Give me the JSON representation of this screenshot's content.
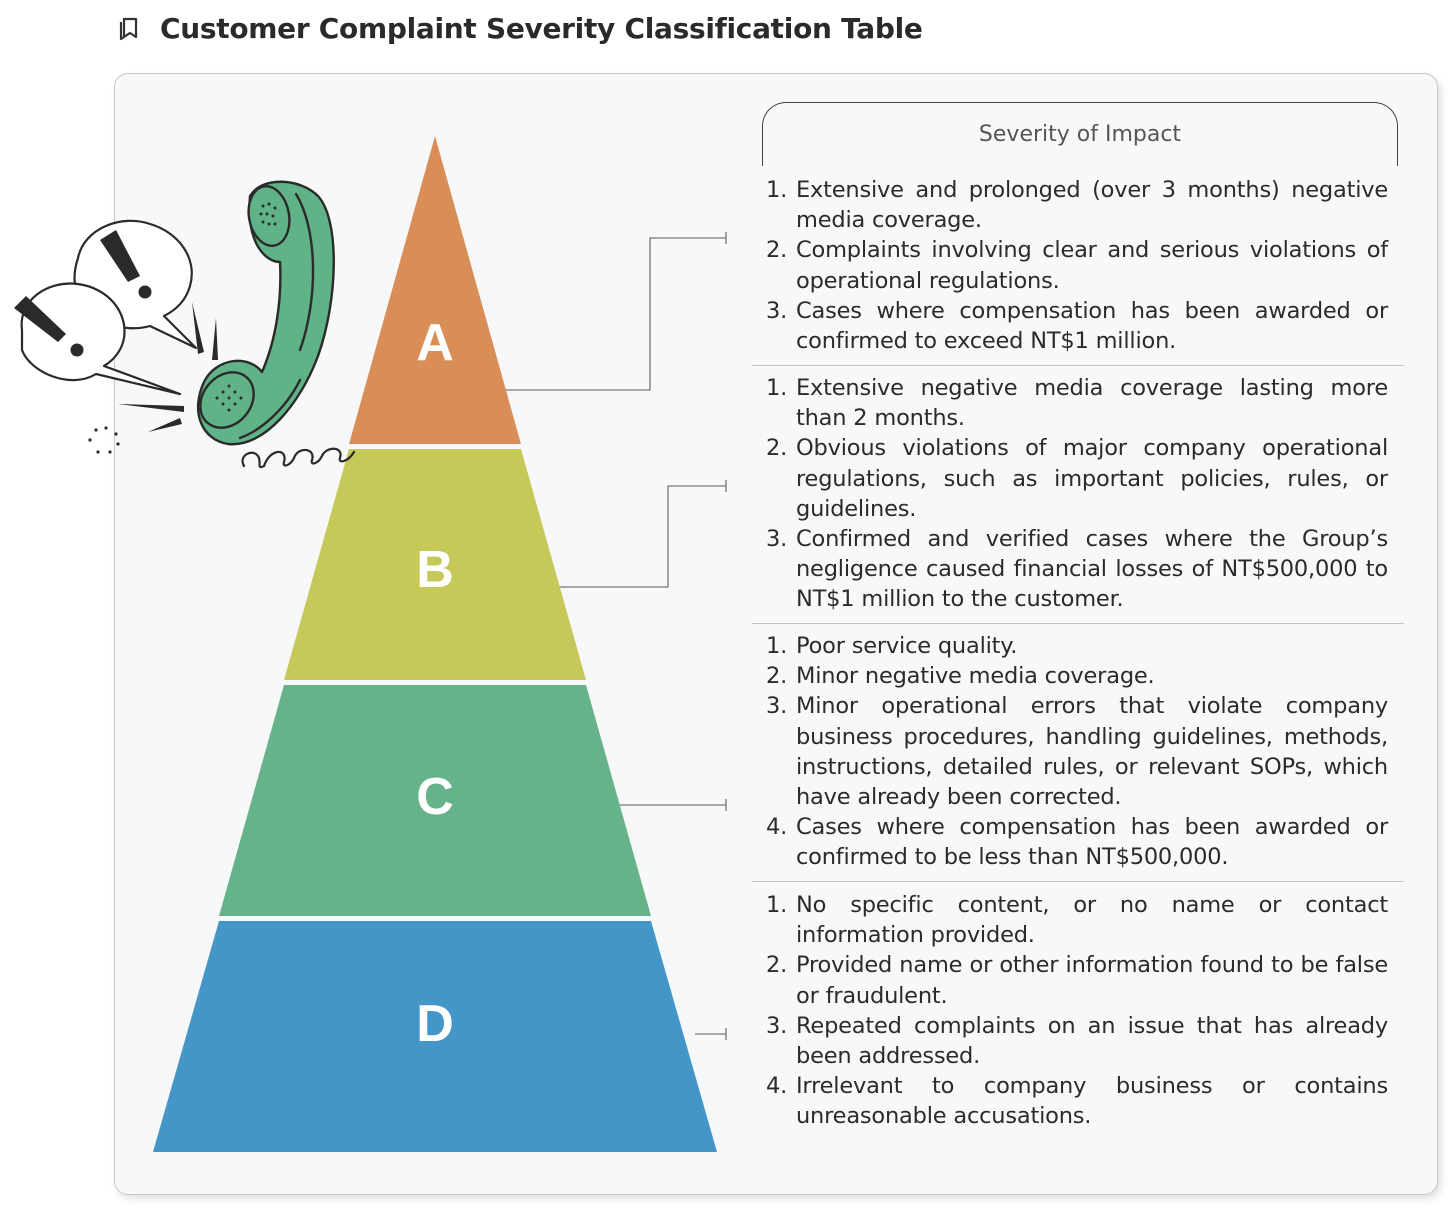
{
  "page": {
    "title": "Customer Complaint Severity Classification Table",
    "title_icon": "book-icon"
  },
  "header": {
    "label": "Severity of Impact"
  },
  "colors": {
    "tier_a": "#D98E57",
    "tier_b": "#C7C85A",
    "tier_c": "#66B38A",
    "tier_d": "#4496C8",
    "phone": "#5FB386",
    "connector": "#777777"
  },
  "illustration": {
    "icon": "ringing-phone-icon",
    "speech_bubbles": "exclamation-speech-bubble-icon"
  },
  "tiers": [
    {
      "letter": "A",
      "items": [
        {
          "num": "1.",
          "text": "Extensive and prolonged (over 3 months) negative media coverage."
        },
        {
          "num": "2.",
          "text": "Complaints involving clear and serious violations of operational regulations."
        },
        {
          "num": "3.",
          "text": "Cases where compensation has been awarded or confirmed to exceed NT$1 million."
        }
      ]
    },
    {
      "letter": "B",
      "items": [
        {
          "num": "1.",
          "text": "Extensive negative media coverage lasting more than 2 months."
        },
        {
          "num": "2.",
          "text": "Obvious violations of major company operational regulations, such as important policies, rules, or guidelines."
        },
        {
          "num": "3.",
          "text": "Confirmed and verified cases where the Group’s negligence caused financial losses of NT$500,000 to NT$1 million to the customer."
        }
      ]
    },
    {
      "letter": "C",
      "items": [
        {
          "num": "1.",
          "text": "Poor service quality."
        },
        {
          "num": "2.",
          "text": "Minor negative media coverage."
        },
        {
          "num": "3.",
          "text": "Minor operational errors that violate company business procedures, handling guidelines, methods, instructions, detailed rules, or relevant SOPs, which have already been corrected."
        },
        {
          "num": "4.",
          "text": "Cases where compensation has been awarded or confirmed to be less than NT$500,000."
        }
      ]
    },
    {
      "letter": "D",
      "items": [
        {
          "num": "1.",
          "text": "No specific content, or no name or contact information provided."
        },
        {
          "num": "2.",
          "text": "Provided name or other information found to be false or fraudulent."
        },
        {
          "num": "3.",
          "text": "Repeated complaints on an issue that has already been addressed."
        },
        {
          "num": "4.",
          "text": "Irrelevant to company business or contains unreasonable accusations."
        }
      ]
    }
  ]
}
